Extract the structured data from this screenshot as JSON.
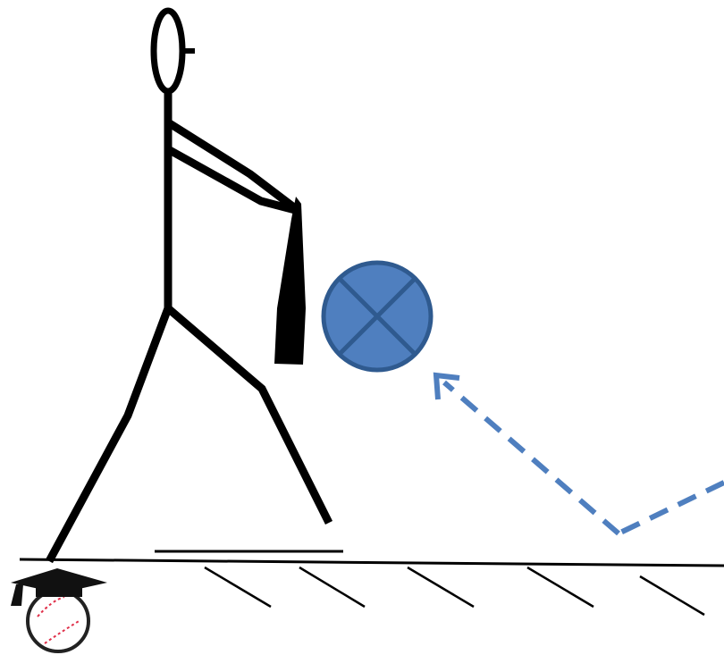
{
  "colors": {
    "ink": "#000000",
    "ball_fill": "#4f7fbf",
    "ball_stroke": "#2f5a8f",
    "trajectory": "#4f7fbf",
    "baseball_stitch": "#e0304a"
  },
  "icons": {
    "figure": "stick-figure-batter",
    "bat": "bat-icon",
    "ball": "ball-crossed-icon",
    "trajectory": "dashed-arrow",
    "logo": "graduation-cap-baseball-logo"
  }
}
